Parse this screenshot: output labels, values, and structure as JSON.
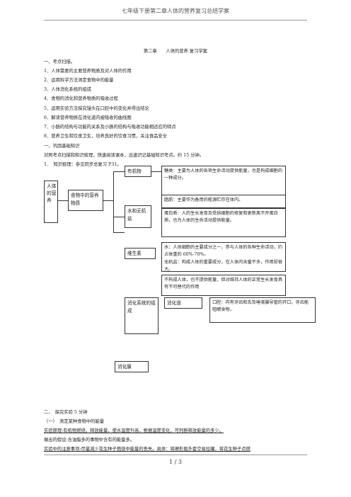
{
  "header": "七年级下册第二章人体的营养复习总结学案",
  "doc_title": "第二章　　人体的营养 复习学案",
  "section1_title": "一、考点扫描。",
  "points": [
    "1．人体需要的主要营养物质及对人体的作用",
    "2．运用科学方法测定食物中的能量",
    "3．人体消化系统的组成",
    "4．食物的消化和营养物质的吸收过程",
    "5．运用实验方法探究馒头在口腔中的变化并得出结论",
    "6．解读营养物质在消化道内被吸收的曲线图",
    "7．小肠的结构与功能的关系及小肠的结构与吸收功能相适应的特点",
    "8．营养卫生和饮食卫生，培养良好的饮食习惯，关注食品安全"
  ],
  "section2_title": "一、巩固基础知识",
  "section2_instr": "对照考点扫描和知识梳理，快速阅读课本，迅速识记基础知识考点。约 15 分钟。",
  "item1": "1．　知识梳理：参见同步总复习 P31。",
  "diagram": {
    "root": "人体的营养",
    "food": "食物中的营养物质",
    "organic": "有机物",
    "organic_lines": [
      "糖类：主要为人体的各项生命活动提供能量，也是构成细胞的一种成分。",
      "脂肪：主要作为备用的能源贮存在体内。",
      "蛋白质：人的生长发育及受损细胞的修复和更新离不开蛋白质，也为人体的生命活动提供能量。"
    ],
    "inorganic": "水和无机盐",
    "inorganic_lines": [
      "水：人体细胞的主要成分之一，参与人体的各种生命活动，约占体重的 60%-70%。",
      "无机盐：构成人体的重要成分，在人体内含量不多，作用却很大。"
    ],
    "vitamin": "维生素",
    "vitamin_text": "不构成人体，也不提供能量，但对维持人体的正常生长发育具有不可替代的作用",
    "digest_sys": "消化系统的组成",
    "tract": "消化道",
    "mouth_text": "口腔：内有牙齿和舌及唾液腺导管的开口，牙齿能咀嚼食物，",
    "gland": "消化腺"
  },
  "section3_title": "二、　探究实验 5 分钟",
  "sub1": "（一）　测定某种食物中的能量",
  "exp_lines": [
    "实验原理:有机物燃烧，释放能量，使水温度升高，根据温度变化，可判断释放能量的多少。",
    "做出的假设:含油脂多的事物中含有的能量多。",
    "实验中的注意事项:尽量减少花生种子燃烧中能量的丢失。具体：将擦形瓶外套空易拉罐，将花生种子点燃"
  ],
  "page_num": "1 / 3"
}
